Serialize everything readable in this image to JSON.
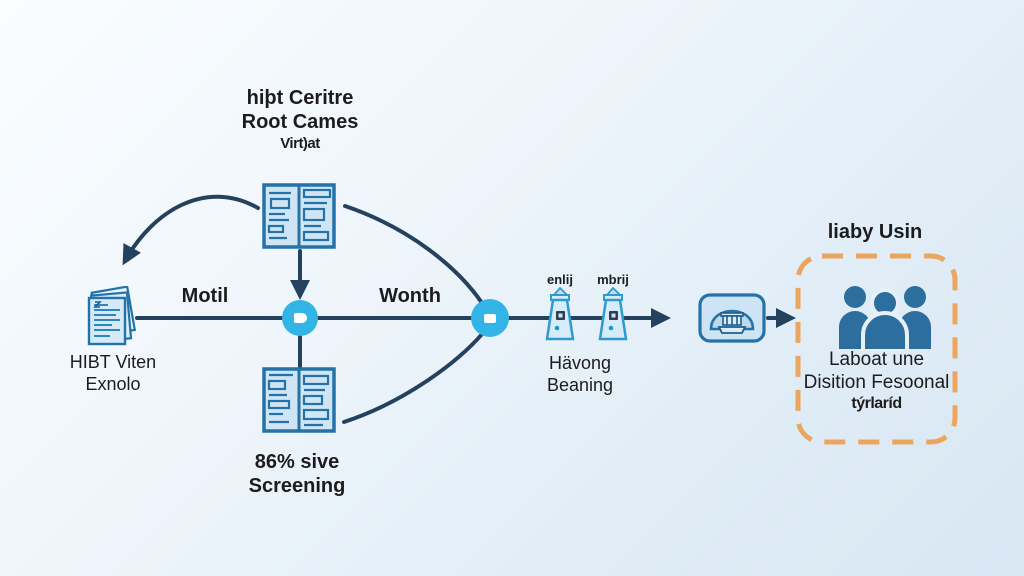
{
  "colors": {
    "background_top": "#fafdff",
    "background_bottom": "#d8e7f3",
    "connector_navy": "#24415e",
    "hub_blue": "#32b4e6",
    "icon_border_blue": "#2472a8",
    "icon_fill_blue": "#cfe5f4",
    "tower_blue": "#2e9ad0",
    "people_blue": "#2c6e9e",
    "dashed_orange": "#eca55f",
    "text_dark": "#1c1c1e"
  },
  "nodes": {
    "top_box": {
      "icon": "table-document-icon",
      "label": [
        "hiþt Ceritre",
        "Root Cames",
        "Virt)at"
      ]
    },
    "left_document": {
      "icon": "document-pages-icon",
      "label": [
        "HIBT Viten",
        "Exnolo"
      ]
    },
    "bottom_box": {
      "icon": "table-document-icon",
      "label": [
        "86% sive",
        "Screening"
      ]
    },
    "towers": {
      "icon": "tower-flask-icon",
      "labels": [
        "enlij",
        "mbrij"
      ],
      "caption": [
        "Hävong",
        "Beaning"
      ]
    },
    "building": {
      "icon": "dome-building-icon"
    },
    "result_group": {
      "title": "liaby Usin",
      "icon": "people-group-icon",
      "text": [
        "Laboat une",
        "Disition Fesoonal",
        "týrlaríd"
      ]
    }
  },
  "edge_labels": {
    "motil": "Motil",
    "wonth": "Wonth"
  }
}
